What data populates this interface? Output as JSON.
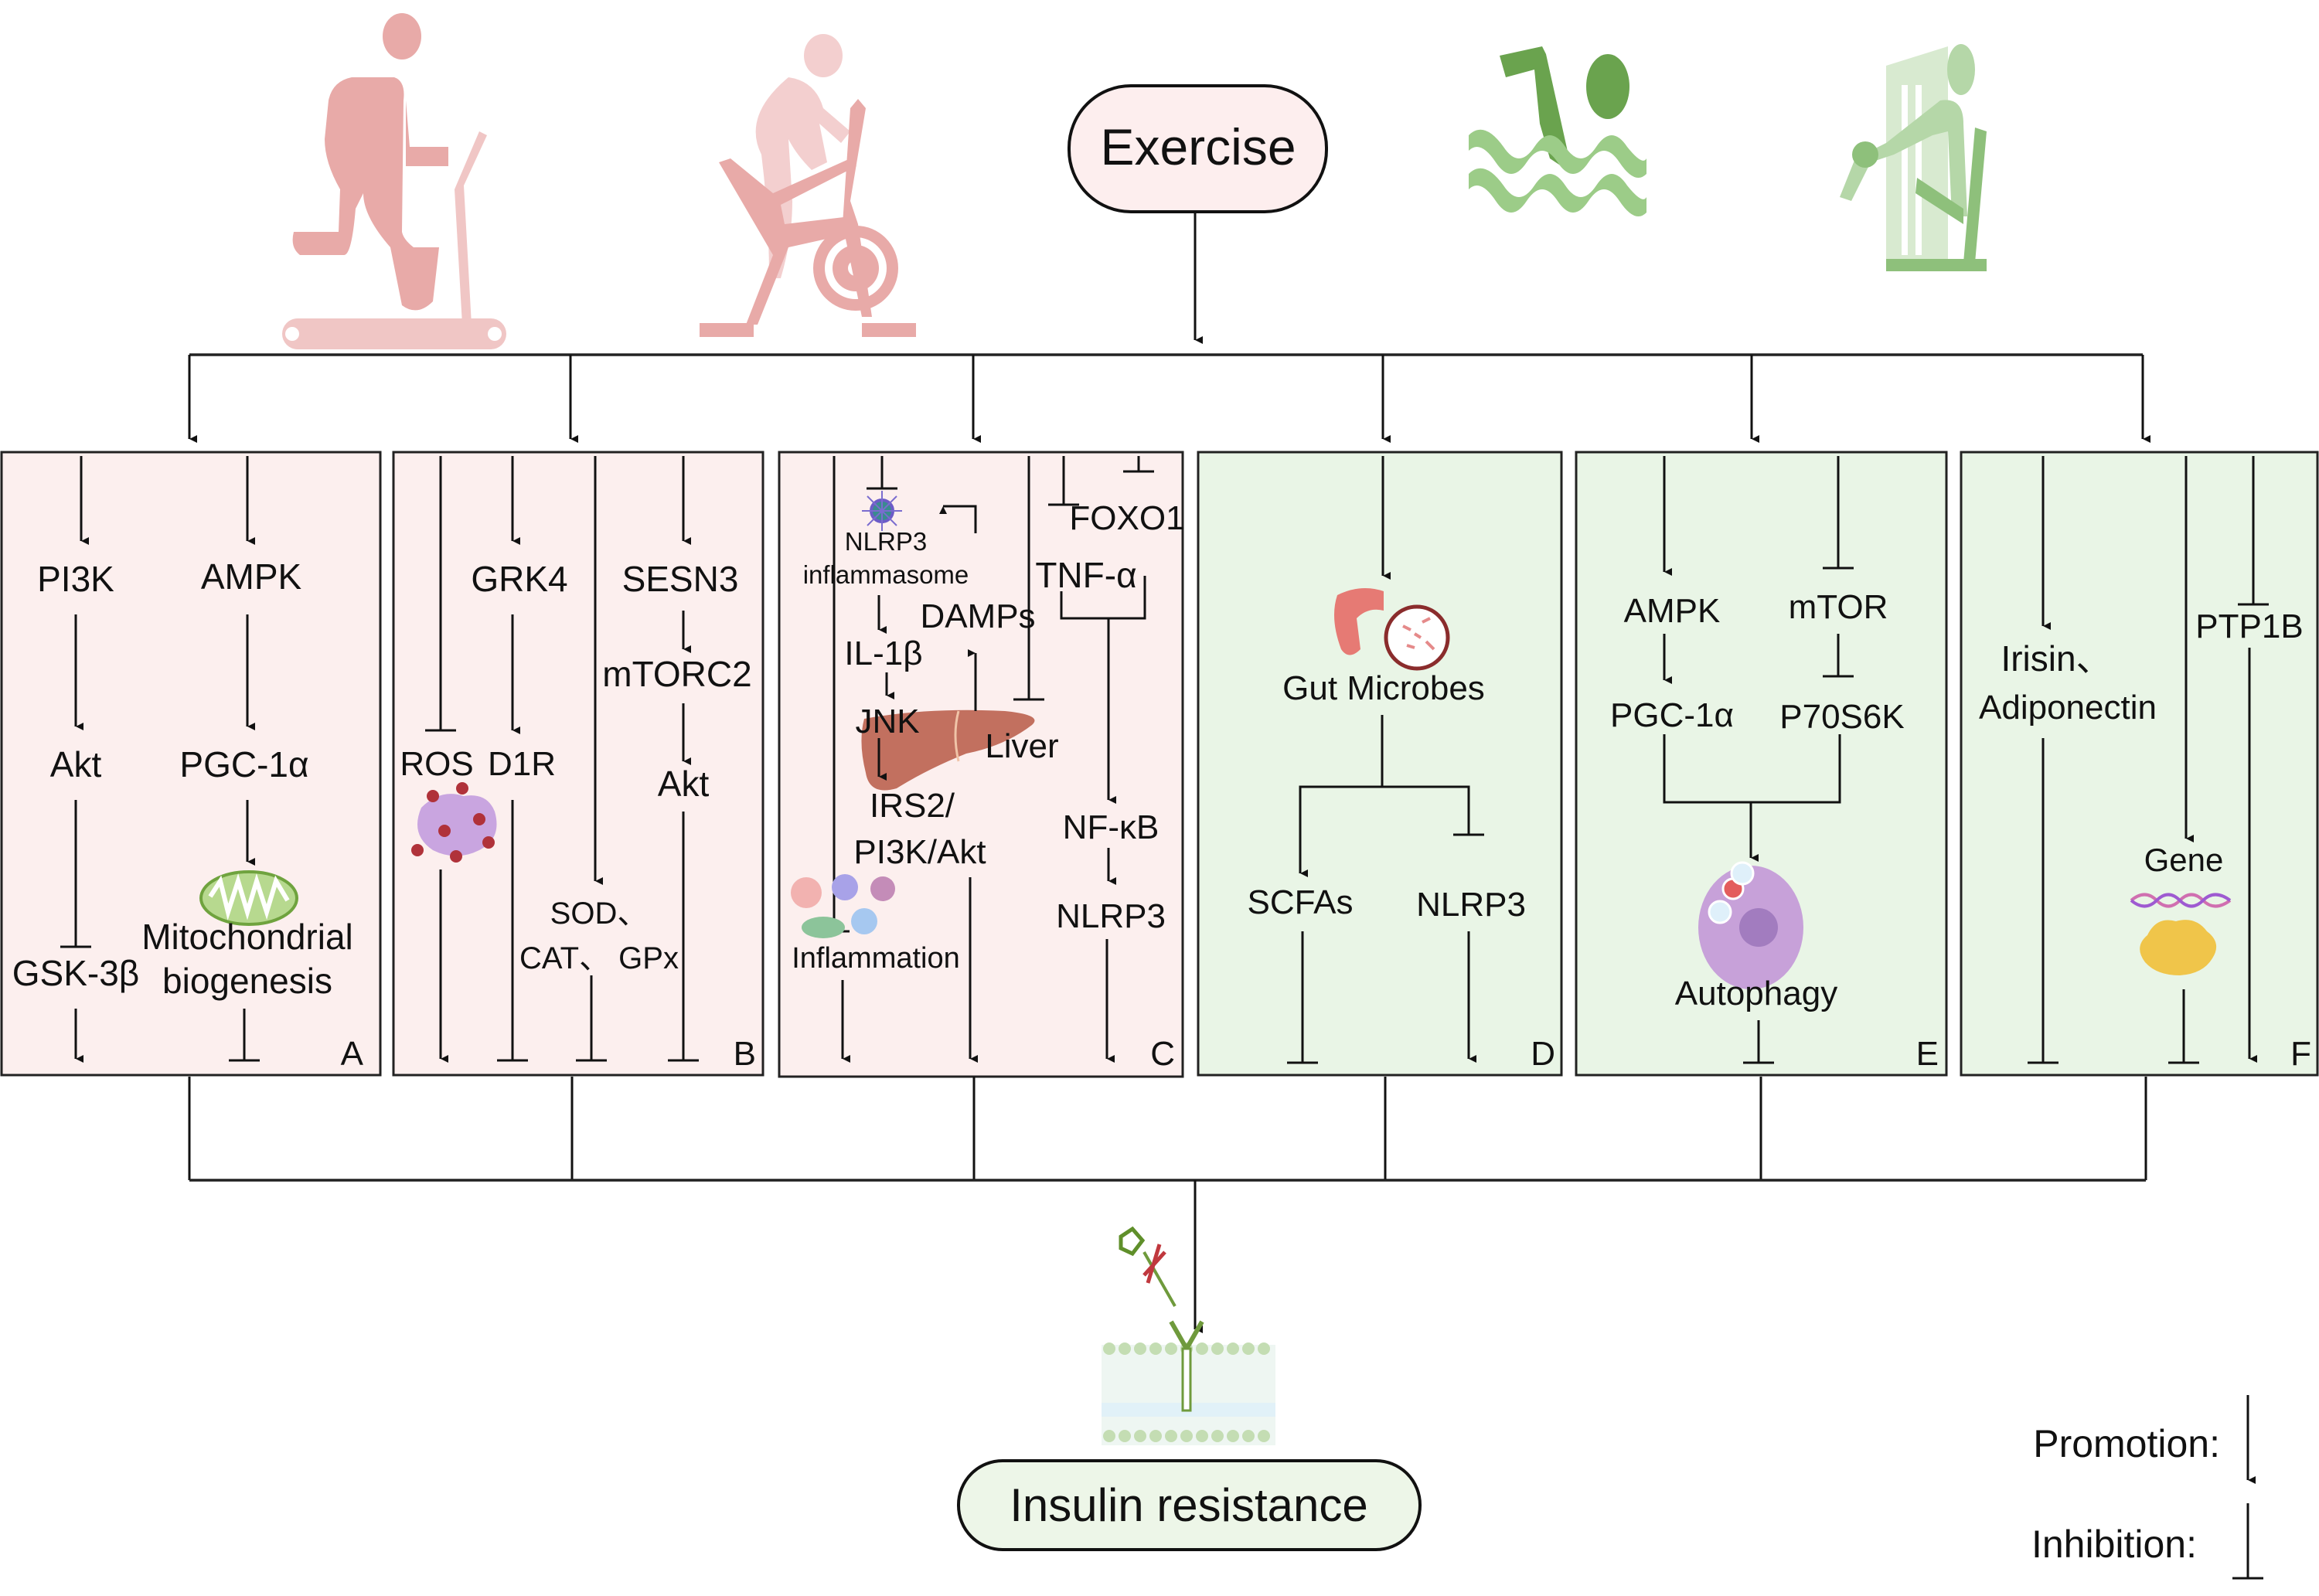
{
  "title": "Exercise",
  "outcome": "Insulin resistance",
  "exercise_icons": [
    "treadmill-running-icon",
    "stationary-cycling-icon",
    "swimming-icon",
    "leg-press-machine-icon"
  ],
  "colors": {
    "pink_panel": "#fcefee",
    "green_panel": "#e9f5e6",
    "pink_icon": "#e8aaa8",
    "green_icon": "#6aa34e",
    "line": "#111111"
  },
  "panels": [
    {
      "id": "A",
      "nodes": [
        "PI3K",
        "AMPK",
        "Akt",
        "PGC-1α",
        "GSK-3β",
        "Mitochondrial",
        "biogenesis"
      ]
    },
    {
      "id": "B",
      "nodes": [
        "GRK4",
        "SESN3",
        "mTORC2",
        "ROS",
        "D1R",
        "Akt",
        "SOD、",
        "CAT、 GPx"
      ]
    },
    {
      "id": "C",
      "nodes": [
        "NLRP3",
        "inflammasome",
        "FOXO1",
        "TNF-α",
        "DAMPs",
        "IL-1β",
        "JNK",
        "Liver",
        "IRS2/",
        "PI3K/Akt",
        "NF-κB",
        "NLRP3",
        "Inflammation"
      ]
    },
    {
      "id": "D",
      "nodes": [
        "Gut Microbes",
        "SCFAs",
        "NLRP3"
      ]
    },
    {
      "id": "E",
      "nodes": [
        "AMPK",
        "mTOR",
        "PGC-1α",
        "P70S6K",
        "Autophagy"
      ]
    },
    {
      "id": "F",
      "nodes": [
        "Irisin、",
        "Adiponectin",
        "PTP1B",
        "Gene"
      ]
    }
  ],
  "legend": {
    "promotion": "Promotion:",
    "inhibition": "Inhibition:"
  }
}
